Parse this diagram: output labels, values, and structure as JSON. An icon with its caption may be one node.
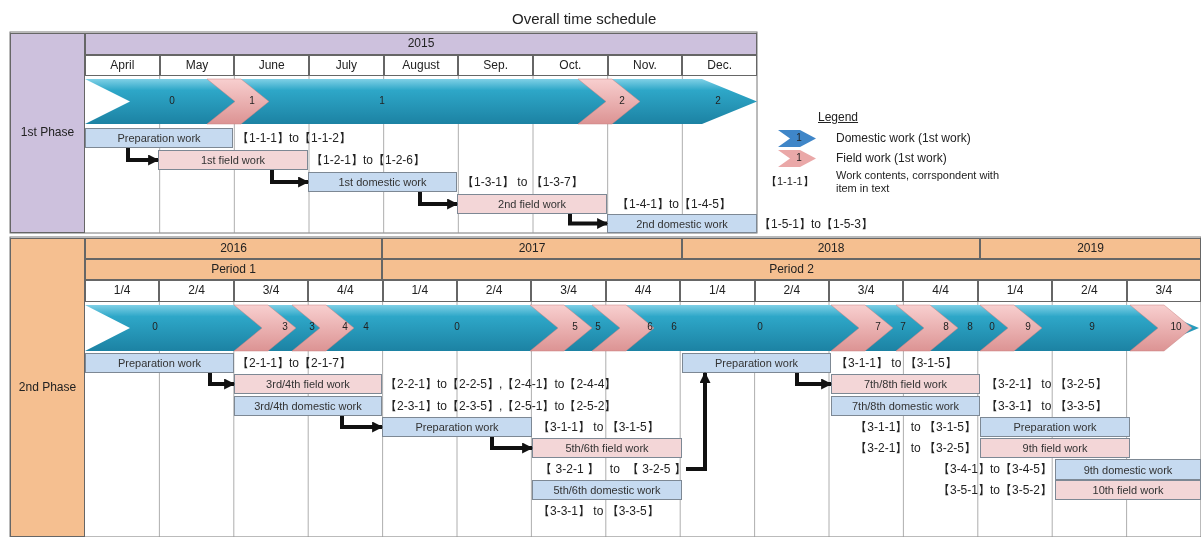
{
  "diagram": {
    "title": "Overall time schedule",
    "nodes": [
      {
        "text": [
          "Preparation work"
        ],
        "beside": [
          "【1-1-1】to【1-1-2】"
        ]
      },
      {
        "text": [
          "1st field work"
        ],
        "beside": [
          "【1-2-1】to【1-2-6】"
        ]
      },
      {
        "text": [
          "1st domestic work"
        ],
        "beside": [
          "【1-3-1】 to 【1-3-7】"
        ]
      },
      {
        "text": [
          "2nd field work"
        ]
      },
      {
        "text": [
          "2nd domestic work"
        ],
        "beside": [
          "【1-5-1】to【1-5-3】"
        ]
      },
      {
        "text": [
          "Preparation work"
        ],
        "beside": [
          "【2-1-1】to【2-1-7】"
        ]
      },
      {
        "text": [
          "3rd/4th field work"
        ],
        "beside": [
          "【2-2-1】to【2-2-5】,【2-4-1】to【2-4-4】"
        ]
      },
      {
        "text": [
          "3rd/4th domestic work"
        ],
        "beside": [
          "【2-3-1】to【2-3-5】,【2-5-1】to【2-5-2】"
        ]
      },
      {
        "text": [
          "Preparation work"
        ]
      },
      {
        "text": [
          "5th/6th field work"
        ]
      },
      {
        "text": [
          "【3-2-1】 to 【3-2-5】"
        ]
      },
      {
        "text": [
          "5th/6th domestic work"
        ],
        "beside": [
          "【3-3-1】 to 【3-3-5】"
        ]
      },
      {
        "text": [
          "Preparation work"
        ],
        "beside": [
          "【3-1-1】 to 【3-1-5】"
        ]
      },
      {
        "text": [
          "7th/8th field work"
        ],
        "beside": [
          "【3-2-1】 to 【3-2-5】"
        ]
      },
      {
        "text": [
          "7th/8th domestic work"
        ]
      },
      {
        "text": [
          "Preparation work"
        ],
        "beside": [
          "【3-1-1】 to 【3-1-5】"
        ]
      },
      {
        "text": [
          "9th field work"
        ],
        "beside": [
          "【3-2-1】 to 【3-2-5】"
        ]
      },
      {
        "text": [
          "9th domestic work"
        ],
        "beside": [
          "【3-4-1】to【3-4-5】"
        ]
      },
      {
        "text": [
          "10th field work"
        ],
        "beside": [
          "【3-5-1】to【3-5-2】"
        ]
      }
    ],
    "edges": [
      {
        "from": 0,
        "to": 1,
        "arrow": "to"
      },
      {
        "from": 1,
        "to": 2,
        "arrow": "to"
      },
      {
        "from": 2,
        "to": 3,
        "arrow": "to"
      },
      {
        "from": 3,
        "to": 4,
        "arrow": "to"
      },
      {
        "from": 5,
        "to": 6,
        "arrow": "to"
      },
      {
        "from": 7,
        "to": 8,
        "arrow": "to"
      },
      {
        "from": 8,
        "to": 9,
        "arrow": "to"
      },
      {
        "from": 10,
        "to": 12,
        "arrow": "to"
      },
      {
        "from": 12,
        "to": 13,
        "arrow": "to"
      }
    ],
    "labels": [
      "1st Phase",
      "2015",
      "April",
      "May",
      "June",
      "July",
      "August",
      "Sep.",
      "Oct.",
      "Nov.",
      "Dec.",
      "0",
      "1",
      "1",
      "2",
      "2",
      "Legend",
      "1",
      "1",
      "【1-1-1】",
      "2nd Phase",
      "2016",
      "2017",
      "2018",
      "2019",
      "Period 1",
      "Period 2",
      "1/4",
      "2/4",
      "3/4",
      "4/4",
      "1/4",
      "2/4",
      "3/4",
      "4/4",
      "1/4",
      "2/4",
      "3/4",
      "4/4",
      "1/4",
      "2/4",
      "3/4",
      "0",
      "3",
      "3",
      "4",
      "4",
      "0",
      "5",
      "5",
      "6",
      "6",
      "0",
      "7",
      "7",
      "8",
      "8",
      "0",
      "9",
      "9",
      "10",
      "【1-4-1】to【1-4-5】",
      "【3-1-1】 to 【3-1-5】",
      "【3-3-1】 to 【3-3-5】"
    ],
    "legend": [
      {
        "text": "Domestic work (1st work)"
      },
      {
        "text": "Field work (1st work)"
      },
      {
        "text": "Work contents, corrspondent with item in text"
      }
    ]
  }
}
